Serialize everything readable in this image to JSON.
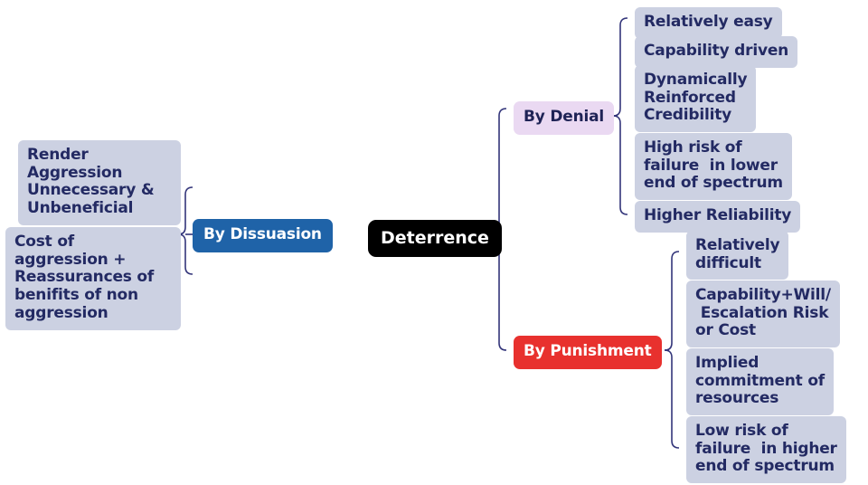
{
  "diagram": {
    "type": "mind-map",
    "title": "Deterrence",
    "root": {
      "label": "Deterrence",
      "color": "#000000",
      "text_color": "#ffffff"
    },
    "branches": [
      {
        "id": "by-dissuasion",
        "label": "By Dissuasion",
        "side": "left",
        "color": "#1f63a8",
        "text_color": "#ffffff",
        "children": [
          {
            "label": "Render\nAggression\nUnnecessary &\nUnbeneficial"
          },
          {
            "label": "Cost of\naggression +\nReassurances of\nbenifits of non\naggression"
          }
        ]
      },
      {
        "id": "by-denial",
        "label": "By Denial",
        "side": "right",
        "color": "#ead9f2",
        "text_color": "#1f2356",
        "children": [
          {
            "label": "Relatively easy"
          },
          {
            "label": "Capability driven"
          },
          {
            "label": "Dynamically\nReinforced\nCredibility"
          },
          {
            "label": "High risk of\nfailure  in lower\nend of spectrum"
          },
          {
            "label": "Higher Reliability"
          }
        ]
      },
      {
        "id": "by-punishment",
        "label": "By Punishment",
        "side": "right",
        "color": "#e8312e",
        "text_color": "#ffffff",
        "children": [
          {
            "label": "Relatively\ndifficult"
          },
          {
            "label": "Capability+Will/\n Escalation Risk\nor Cost"
          },
          {
            "label": "Implied\ncommitment of\nresources"
          },
          {
            "label": "Low risk of\nfailure  in higher\nend of spectrum"
          }
        ]
      }
    ],
    "style": {
      "leaf_background": "#ccd1e2",
      "leaf_text": "#232a63",
      "connector_color": "#33357a",
      "canvas_background": "#ffffff"
    }
  }
}
